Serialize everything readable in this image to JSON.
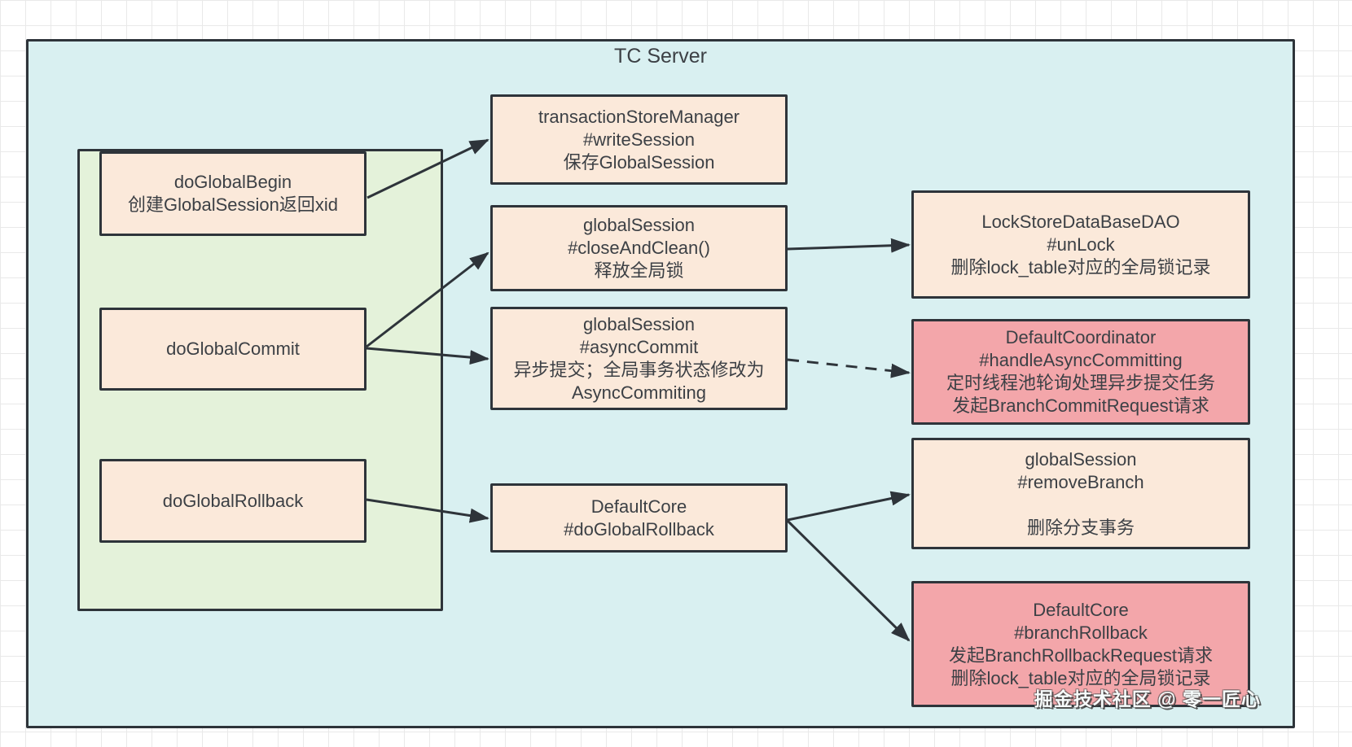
{
  "canvas": {
    "title": "TC Server"
  },
  "coordinator": {
    "title": "DefaultCoordinator"
  },
  "nodes": {
    "begin": {
      "lines": [
        "doGlobalBegin",
        "创建GlobalSession返回xid"
      ]
    },
    "commit": {
      "lines": [
        "doGlobalCommit"
      ]
    },
    "rollback": {
      "lines": [
        "doGlobalRollback"
      ]
    },
    "store": {
      "lines": [
        "transactionStoreManager",
        "#writeSession",
        "保存GlobalSession"
      ]
    },
    "close": {
      "lines": [
        "globalSession",
        "#closeAndClean()",
        "释放全局锁"
      ]
    },
    "async": {
      "lines": [
        "globalSession",
        "#asyncCommit",
        "异步提交；全局事务状态修改为",
        "AsyncCommiting"
      ]
    },
    "core_rollback": {
      "lines": [
        "DefaultCore",
        "#doGlobalRollback"
      ]
    },
    "unlock": {
      "lines": [
        "LockStoreDataBaseDAO",
        "#unLock",
        "删除lock_table对应的全局锁记录"
      ]
    },
    "handle_async": {
      "lines": [
        "DefaultCoordinator",
        "#handleAsyncCommitting",
        "定时线程池轮询处理异步提交任务",
        "发起BranchCommitRequest请求"
      ]
    },
    "remove_branch": {
      "lines": [
        "globalSession",
        "#removeBranch",
        "",
        "删除分支事务"
      ]
    },
    "branch_rollback": {
      "lines": [
        "DefaultCore",
        "#branchRollback",
        "发起BranchRollbackRequest请求",
        "删除lock_table对应的全局锁记录"
      ]
    }
  },
  "watermark": {
    "text": "掘金技术社区 @ 零一匠心"
  },
  "colors": {
    "canvas_fill": "#d9f0f1",
    "group_fill": "#e4f2da",
    "node_fill": "#fbe9da",
    "node_alt_fill": "#f3a6aa",
    "stroke": "#2e343a",
    "text": "#3c4045",
    "grid_line": "#e9e9e9"
  }
}
